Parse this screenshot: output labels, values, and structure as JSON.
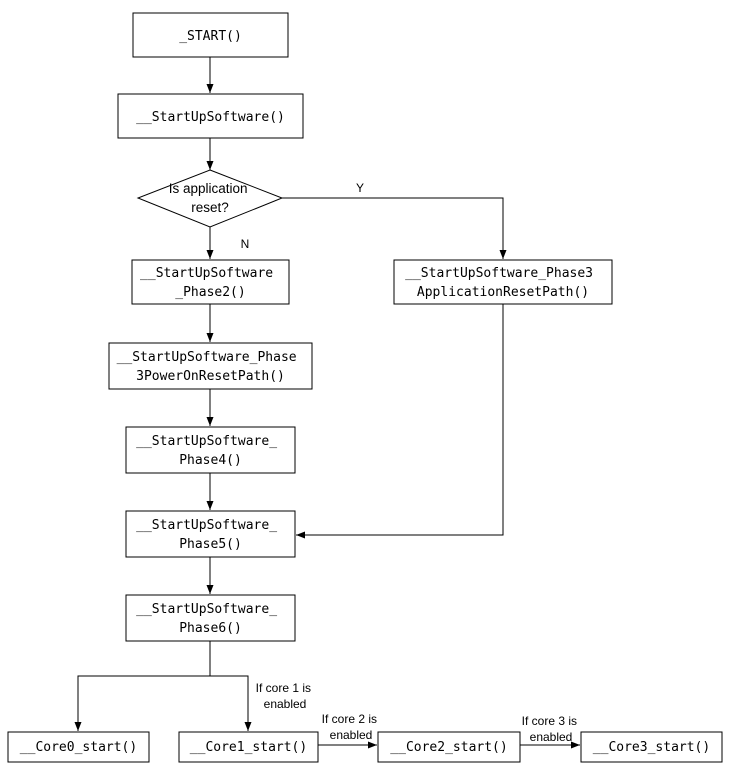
{
  "nodes": {
    "start": {
      "lines": [
        "_START()"
      ]
    },
    "startup_software": {
      "lines": [
        "__StartUpSoftware()"
      ]
    },
    "decision": {
      "lines": [
        "Is application",
        "reset?"
      ]
    },
    "phase2": {
      "lines": [
        "__StartUpSoftware",
        "_Phase2()"
      ]
    },
    "phase3_por": {
      "lines": [
        "__StartUpSoftware_Phase",
        "3PowerOnResetPath()"
      ]
    },
    "phase3_app": {
      "lines": [
        "__StartUpSoftware_Phase3",
        "ApplicationResetPath()"
      ]
    },
    "phase4": {
      "lines": [
        "__StartUpSoftware_",
        "Phase4()"
      ]
    },
    "phase5": {
      "lines": [
        "__StartUpSoftware_",
        "Phase5()"
      ]
    },
    "phase6": {
      "lines": [
        "__StartUpSoftware_",
        "Phase6()"
      ]
    },
    "core0": {
      "lines": [
        "__Core0_start()"
      ]
    },
    "core1": {
      "lines": [
        "__Core1_start()"
      ]
    },
    "core2": {
      "lines": [
        "__Core2_start()"
      ]
    },
    "core3": {
      "lines": [
        "__Core3_start()"
      ]
    }
  },
  "edge_labels": {
    "yes": {
      "lines": [
        "Y"
      ]
    },
    "no": {
      "lines": [
        "N"
      ]
    },
    "core1_enabled": {
      "lines": [
        "If core 1 is",
        "enabled"
      ]
    },
    "core2_enabled": {
      "lines": [
        "If core 2 is",
        "enabled"
      ]
    },
    "core3_enabled": {
      "lines": [
        "If core 3 is",
        "enabled"
      ]
    }
  }
}
